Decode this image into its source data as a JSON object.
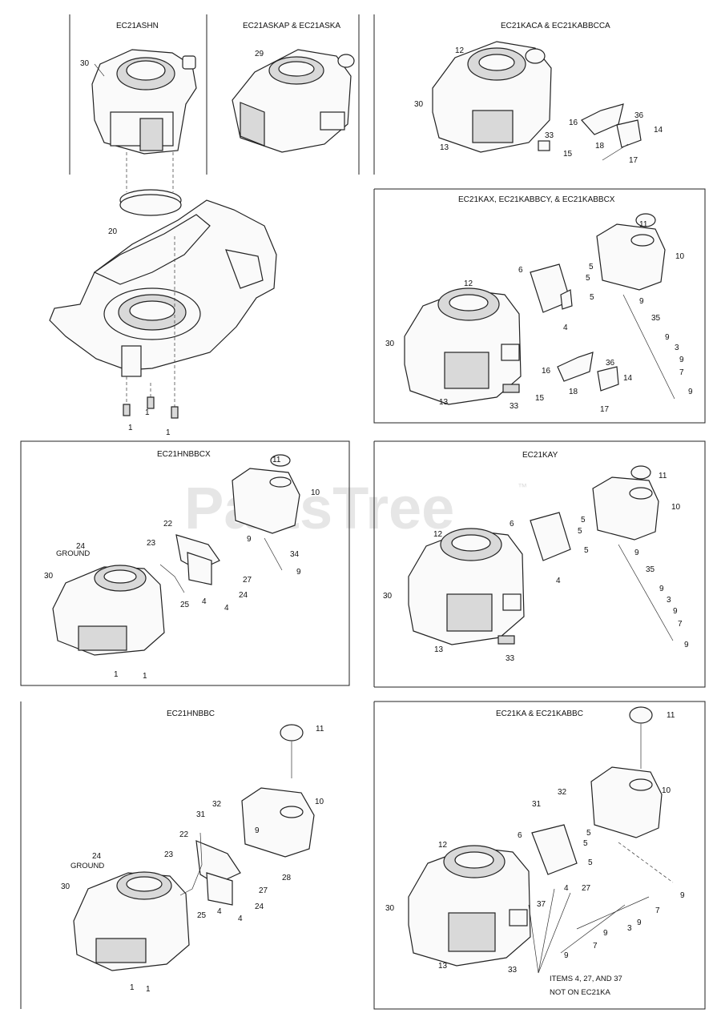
{
  "watermark": {
    "text": "PartsTree",
    "tm": "™"
  },
  "panels": {
    "ashn": {
      "title": "EC21ASHN"
    },
    "askap": {
      "title": "EC21ASKAP & EC21ASKA"
    },
    "kaca": {
      "title": "EC21KACA & EC21KABBCCA"
    },
    "kax": {
      "title": "EC21KAX, EC21KABBCY, & EC21KABBCX"
    },
    "hnbbcx": {
      "title": "EC21HNBBCX"
    },
    "kay": {
      "title": "EC21KAY"
    },
    "hnbbc": {
      "title": "EC21HNBBC"
    },
    "ka": {
      "title": "EC21KA & EC21KABBC"
    }
  },
  "callouts": {
    "n1": "1",
    "n3": "3",
    "n4": "4",
    "n5": "5",
    "n6": "6",
    "n7": "7",
    "n9": "9",
    "n10": "10",
    "n11": "11",
    "n12": "12",
    "n13": "13",
    "n14": "14",
    "n15": "15",
    "n16": "16",
    "n17": "17",
    "n18": "18",
    "n20": "20",
    "n22": "22",
    "n23": "23",
    "n24": "24",
    "n25": "25",
    "n27": "27",
    "n28": "28",
    "n29": "29",
    "n30": "30",
    "n31": "31",
    "n32": "32",
    "n33": "33",
    "n34": "34",
    "n35": "35",
    "n36": "36",
    "n37": "37"
  },
  "ground_label": "GROUND",
  "note": {
    "line1": "ITEMS 4, 27, AND 37",
    "line2": "NOT ON EC21KA"
  }
}
